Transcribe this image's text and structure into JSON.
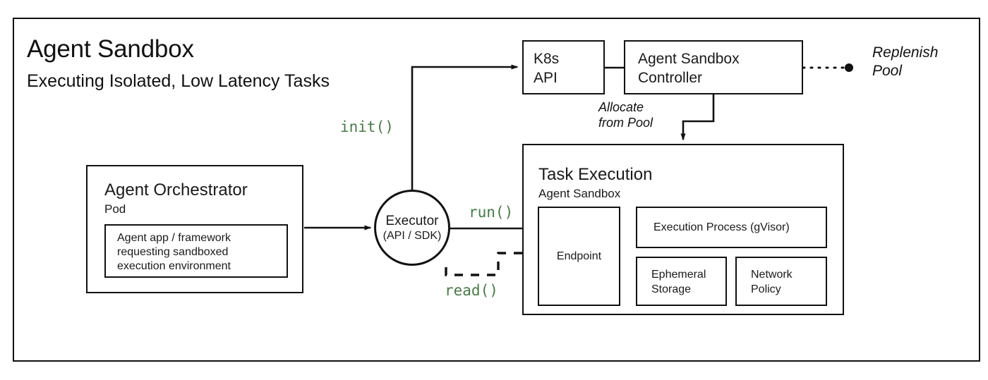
{
  "diagram": {
    "title": "Agent Sandbox",
    "subtitle": "Executing Isolated, Low Latency Tasks",
    "accent_green": "#4a7a4a",
    "line_color": "#111111",
    "background": "#ffffff"
  },
  "nodes": {
    "k8s_api": {
      "label": "K8s\nAPI"
    },
    "controller": {
      "label": "Agent Sandbox\nController"
    },
    "replenish_pool": {
      "label": "Replenish\nPool"
    },
    "orchestrator": {
      "title": "Agent Orchestrator",
      "subtitle": "Pod",
      "inner_label": "Agent app / framework\nrequesting sandboxed\nexecution environment"
    },
    "executor": {
      "name": "Executor",
      "sub": "(API / SDK)"
    },
    "task_execution": {
      "title": "Task Execution",
      "subtitle": "Agent Sandbox",
      "endpoint": "Endpoint",
      "execution_process": "Execution Process (gVisor)",
      "ephemeral_storage": "Ephemeral\nStorage",
      "network_policy": "Network\nPolicy"
    }
  },
  "edges": {
    "init": "init()",
    "run": "run()",
    "read": "read()",
    "allocate": "Allocate\nfrom Pool"
  }
}
